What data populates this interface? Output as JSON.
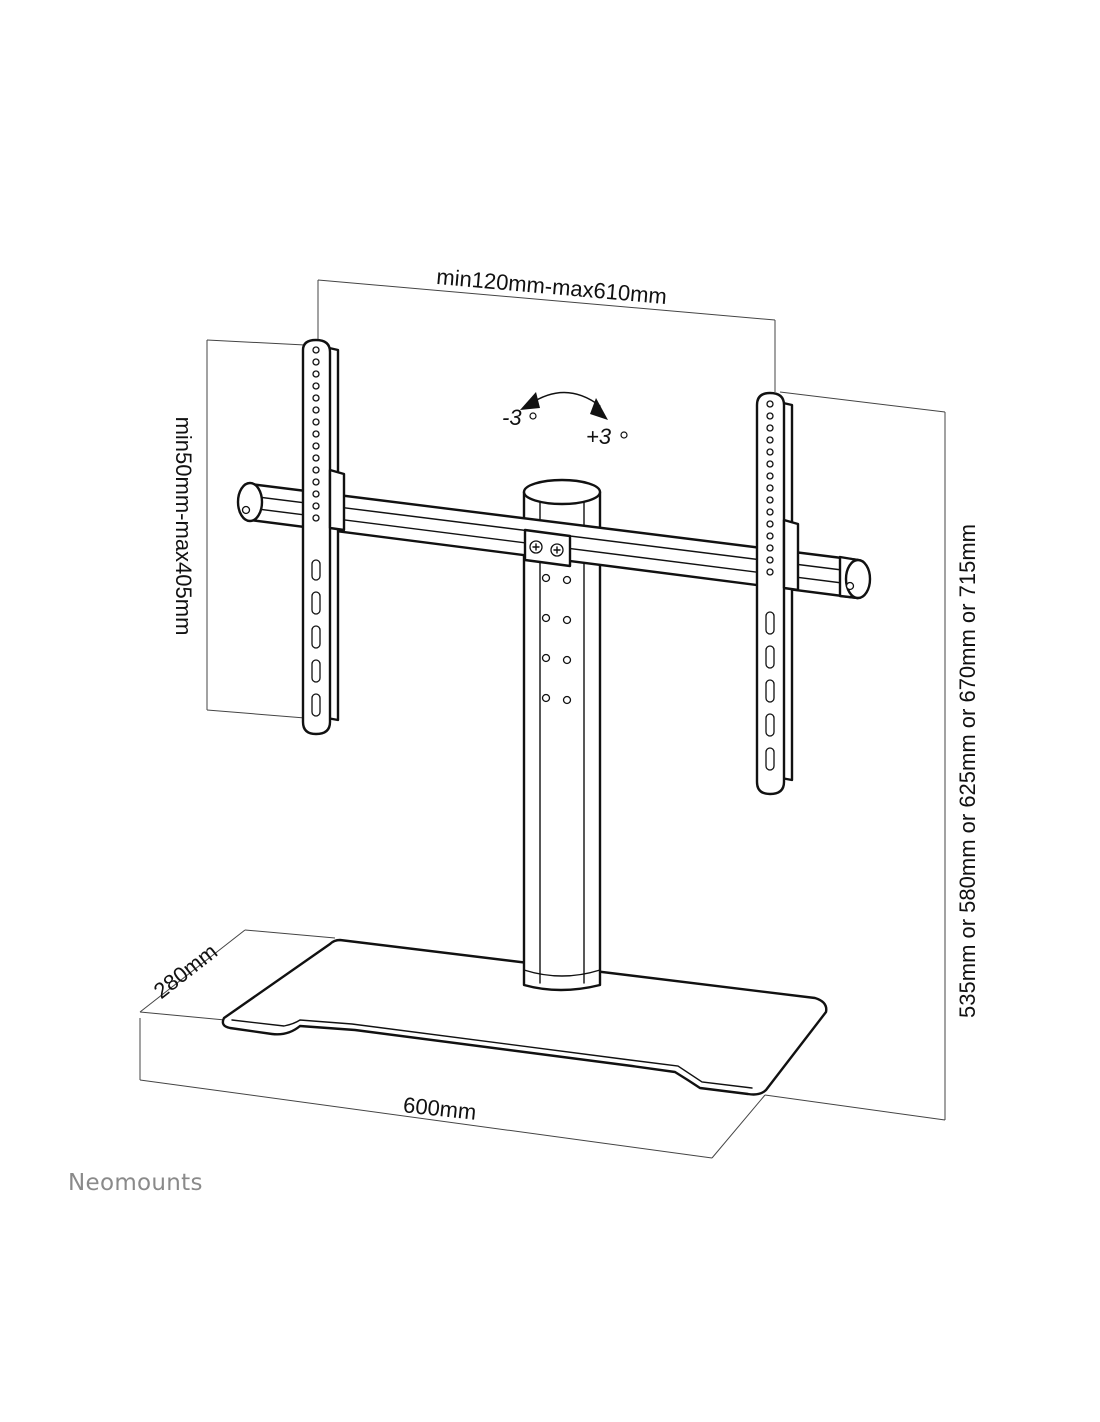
{
  "dimensions": {
    "vesa_width": "min120mm-max610mm",
    "vesa_height": "min50mm-max405mm",
    "height_options": "535mm or 580mm or 625mm or 670mm or 715mm",
    "base_depth": "280mm",
    "base_width": "600mm"
  },
  "tilt": {
    "minus": "-3",
    "plus": "+3"
  },
  "brand": {
    "name": "Neomounts"
  },
  "colors": {
    "line": "#111111",
    "dimension_line": "#444444",
    "brand": "#8a8a8a"
  }
}
